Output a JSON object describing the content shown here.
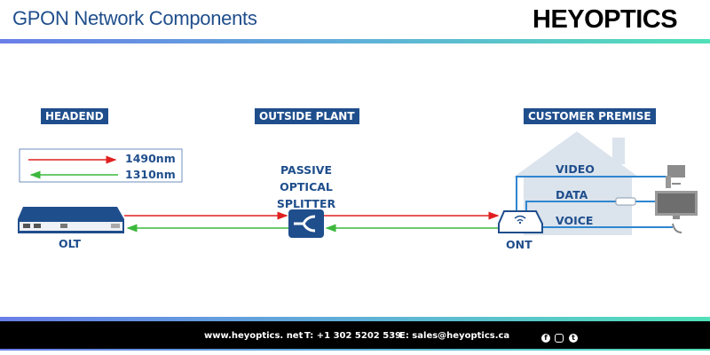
{
  "header": {
    "title": "GPON Network Components",
    "logo": "HEYOPTICS"
  },
  "sections": {
    "headend": "HEADEND",
    "outside_plant": "OUTSIDE PLANT",
    "customer_premise": "CUSTOMER PREMISE"
  },
  "legend": {
    "downstream": "1490nm",
    "upstream": "1310nm",
    "downstream_color": "#e02020",
    "upstream_color": "#3cb83c"
  },
  "devices": {
    "olt": "OLT",
    "splitter": [
      "PASSIVE",
      "OPTICAL",
      "SPLITTER"
    ],
    "ont": "ONT"
  },
  "services": {
    "video": "VIDEO",
    "data": "DATA",
    "voice": "VOICE"
  },
  "footer": {
    "website": "www.heyoptics. net",
    "phone": "T: +1 302 5202 539",
    "email": "E: sales@heyoptics.ca",
    "icons": [
      "facebook-icon",
      "instagram-icon",
      "twitter-icon"
    ]
  }
}
